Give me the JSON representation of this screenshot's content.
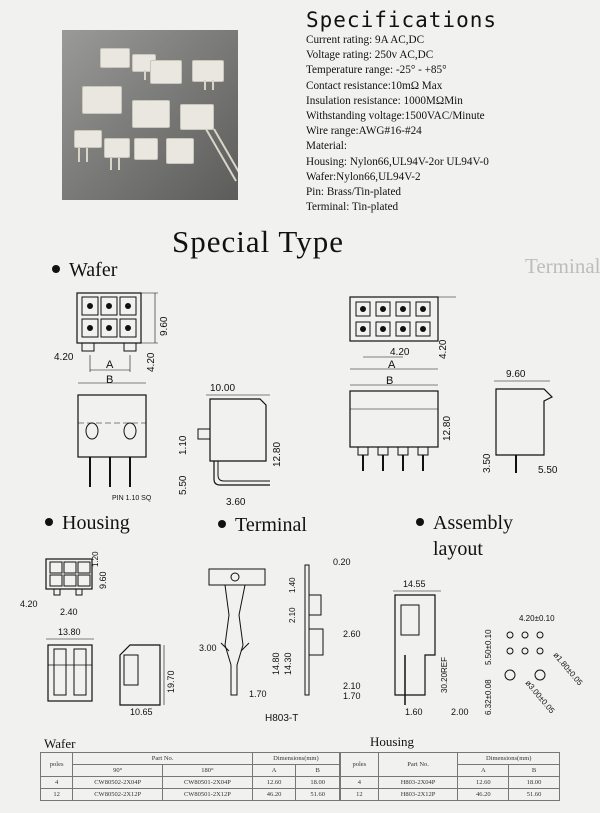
{
  "specifications": {
    "title": "Specifications",
    "lines": [
      "Current rating: 9A AC,DC",
      "Voltage rating: 250v AC,DC",
      "Temperature range: -25° - +85°",
      "Contact resistance:10mΩ Max",
      "Insulation resistance: 1000MΩMin",
      "Withstanding voltage:1500VAC/Minute",
      "Wire range:AWG#16-#24",
      "Material:",
      "Housing: Nylon66,UL94V-2or UL94V-0",
      "Wafer:Nylon66,UL94V-2",
      "Pin: Brass/Tin-plated",
      "Terminal: Tin-plated"
    ]
  },
  "section_title": "Special Type",
  "ghost_terminal": "Terminal",
  "wafer": {
    "heading": "Wafer",
    "dims_top_left": {
      "w": "4.20",
      "h": "9.60",
      "pitch": "4.20",
      "a": "A",
      "b": "B"
    },
    "dims_top_right": {
      "pitch": "4.20",
      "h": "4.20",
      "a": "A"
    },
    "dims_side_left": {
      "w": "10.00",
      "h1": "1.10",
      "h2": "12.80",
      "h3": "5.50",
      "w2": "3.60",
      "pin": "PIN 1.10 SQ"
    },
    "dims_side_right": {
      "b": "B",
      "h": "12.80",
      "w": "9.60",
      "h2": "3.50",
      "w2": "5.50"
    }
  },
  "housing": {
    "heading": "Housing",
    "dims": {
      "a": "4.20",
      "b": "2.40",
      "c": "1.20",
      "d": "9.60",
      "w": "13.80",
      "h": "19.70",
      "w2": "10.65"
    }
  },
  "terminal": {
    "heading": "Terminal",
    "part": "H803-T",
    "dims": {
      "t": "0.20",
      "a": "1.40",
      "b": "2.10",
      "c": "2.60",
      "d": "3.00",
      "e": "14.80",
      "f": "14.30",
      "g": "1.70",
      "h": "2.10",
      "i": "1.70"
    }
  },
  "assembly": {
    "heading_line1": "Assembly",
    "heading_line2": "layout",
    "dims": {
      "w": "14.55",
      "h": "5.50±0.10",
      "ref": "30.20REF",
      "b1": "1.60",
      "b2": "2.00",
      "b3": "6.32±0.08",
      "p": "4.20±0.10",
      "d1": "ø1.80±0.05",
      "d2": "ø3.00±0.05"
    }
  },
  "tables": {
    "wafer_label": "Wafer",
    "housing_label": "Housing",
    "wafer_header": {
      "poles": "poles",
      "part_no": "Part No.",
      "deg90": "90°",
      "deg180": "180°",
      "dimensions": "Dimensions(mm)",
      "a": "A",
      "b": "B"
    },
    "wafer_rows": [
      {
        "poles": "4",
        "p90": "CW80502-2X04P",
        "p180": "CW80501-2X04P",
        "a": "12.60",
        "b": "18.00"
      },
      {
        "poles": "12",
        "p90": "CW80502-2X12P",
        "p180": "CW80501-2X12P",
        "a": "46.20",
        "b": "51.60"
      }
    ],
    "housing_header": {
      "poles": "poles",
      "part_no": "Part No.",
      "dimensions": "Dimensions(mm)",
      "a": "A",
      "b": "B"
    },
    "housing_rows": [
      {
        "poles": "4",
        "part": "H803-2X04P",
        "a": "12.60",
        "b": "18.00"
      },
      {
        "poles": "12",
        "part": "H803-2X12P",
        "a": "46.20",
        "b": "51.60"
      }
    ]
  }
}
